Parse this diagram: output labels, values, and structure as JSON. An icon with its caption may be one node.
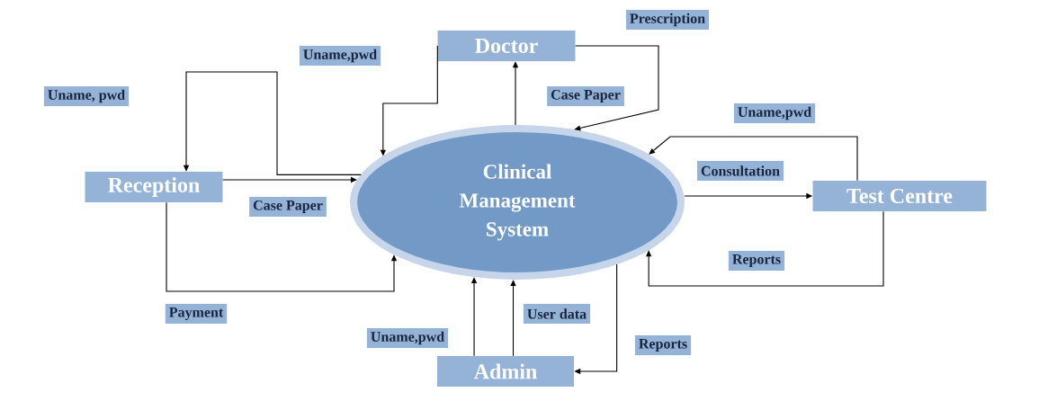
{
  "diagram": {
    "nodes": [
      {
        "text": [
          "Clinical Management System"
        ]
      },
      {
        "text": [
          "Doctor"
        ]
      },
      {
        "text": [
          "Reception"
        ]
      },
      {
        "text": [
          "Test Centre"
        ]
      },
      {
        "text": [
          "Admin"
        ]
      }
    ],
    "edges": [
      {
        "from": 0,
        "to": 2,
        "arrow": "to",
        "label": "Uname, pwd"
      },
      {
        "from": 2,
        "to": 0,
        "arrow": "to",
        "label": "Case Paper"
      },
      {
        "from": 2,
        "to": 0,
        "arrow": "to",
        "label": "Payment"
      },
      {
        "from": 1,
        "to": 0,
        "arrow": "to",
        "label": "Uname,pwd"
      },
      {
        "from": 0,
        "to": 1,
        "arrow": "to",
        "label": "Case Paper"
      },
      {
        "from": 1,
        "to": 0,
        "arrow": "to",
        "label": "Prescription"
      },
      {
        "from": 0,
        "to": 3,
        "arrow": "to",
        "label": "Consultation"
      },
      {
        "from": 3,
        "to": 0,
        "arrow": "to",
        "label": "Uname,pwd"
      },
      {
        "from": 3,
        "to": 0,
        "arrow": "to",
        "label": "Reports"
      },
      {
        "from": 4,
        "to": 0,
        "arrow": "to",
        "label": "Uname,pwd"
      },
      {
        "from": 4,
        "to": 0,
        "arrow": "to",
        "label": "User data"
      },
      {
        "from": 0,
        "to": 4,
        "arrow": "to",
        "label": "Reports"
      }
    ]
  }
}
